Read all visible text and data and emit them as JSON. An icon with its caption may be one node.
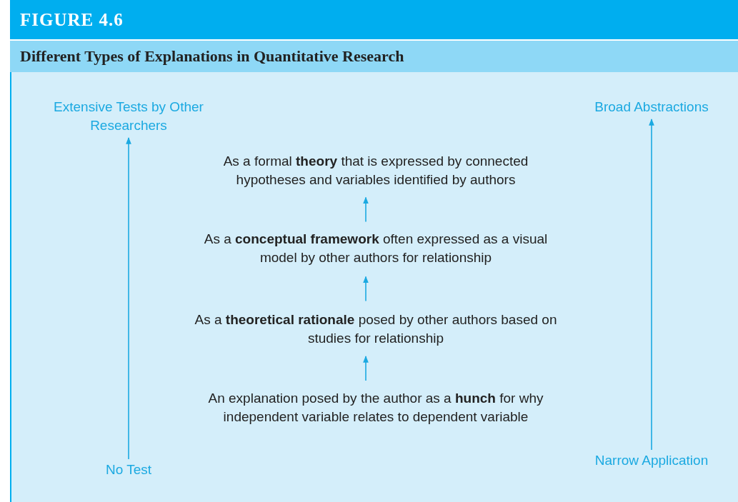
{
  "diagram": {
    "title": "Different Types of Explanations in Quantitative Research",
    "nodes": [
      {
        "text": [
          "Extensive Tests by Other Researchers"
        ]
      },
      {
        "text": [
          "Broad Abstractions"
        ]
      },
      {
        "text": [
          "As a formal **theory** that is expressed by connected hypotheses and variables identified by authors"
        ]
      },
      {
        "text": [
          "As a **conceptual framework** often expressed as a visual model by other authors for relationship"
        ]
      },
      {
        "text": [
          "As a **theoretical rationale** posed by other authors based on studies for relationship"
        ]
      },
      {
        "text": [
          "An explanation posed by the author as a **hunch** for why independent variable relates to dependent variable"
        ]
      },
      {
        "text": [
          "No Test"
        ]
      },
      {
        "text": [
          "Narrow Application"
        ]
      }
    ],
    "edges": [
      {
        "from": 6,
        "to": 0,
        "arrow": "to"
      },
      {
        "from": 7,
        "to": 1,
        "arrow": "to"
      },
      {
        "from": 5,
        "to": 4,
        "arrow": "to"
      },
      {
        "from": 4,
        "to": 3,
        "arrow": "to"
      },
      {
        "from": 3,
        "to": 2,
        "arrow": "to"
      }
    ],
    "labels": [
      "FIGURE 4.6"
    ]
  }
}
